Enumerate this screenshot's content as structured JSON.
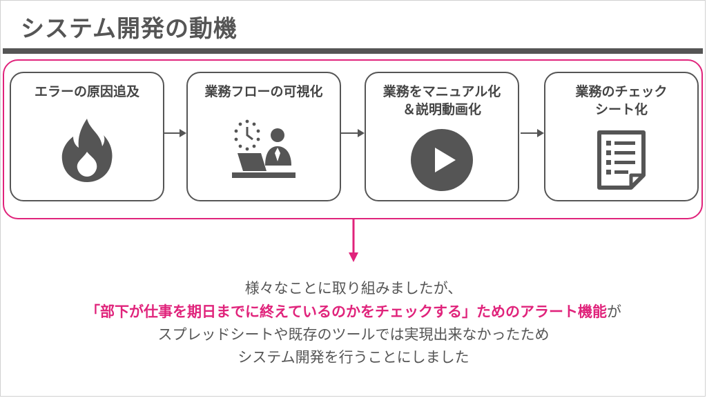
{
  "slide": {
    "title": "システム開発の動機"
  },
  "steps": [
    {
      "label": "エラーの原因追及",
      "icon": "fire-icon"
    },
    {
      "label": "業務フローの可視化",
      "icon": "worker-clock-icon"
    },
    {
      "label": "業務をマニュアル化\n＆説明動画化",
      "icon": "play-icon"
    },
    {
      "label": "業務のチェック\nシート化",
      "icon": "checklist-document-icon"
    }
  ],
  "message": {
    "line1": "様々なことに取り組みましたが、",
    "line2_highlight": "「部下が仕事を期日までに終えているのかをチェックする」ためのアラート機能",
    "line2_tail": "が",
    "line3": "スプレッドシートや既存のツールでは実現出来なかったため",
    "line4": "システム開発を行うことにしました"
  },
  "colors": {
    "accent": "#e0237b",
    "dark_gray": "#555555",
    "text_gray": "#555555"
  }
}
